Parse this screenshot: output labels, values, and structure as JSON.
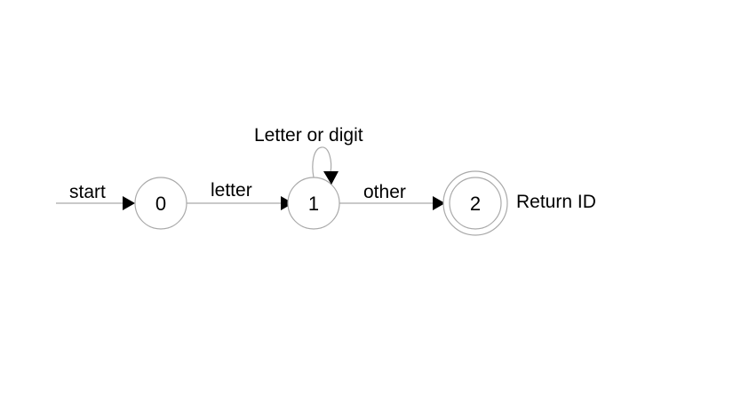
{
  "diagram": {
    "states": [
      {
        "id": "0",
        "label": "0",
        "accepting": false
      },
      {
        "id": "1",
        "label": "1",
        "accepting": false
      },
      {
        "id": "2",
        "label": "2",
        "accepting": true
      }
    ],
    "transitions": [
      {
        "from": "start",
        "to": "0",
        "label": "start"
      },
      {
        "from": "0",
        "to": "1",
        "label": "letter"
      },
      {
        "from": "1",
        "to": "1",
        "label": "Letter or digit"
      },
      {
        "from": "1",
        "to": "2",
        "label": "other"
      }
    ],
    "accept_action": "Return ID"
  }
}
